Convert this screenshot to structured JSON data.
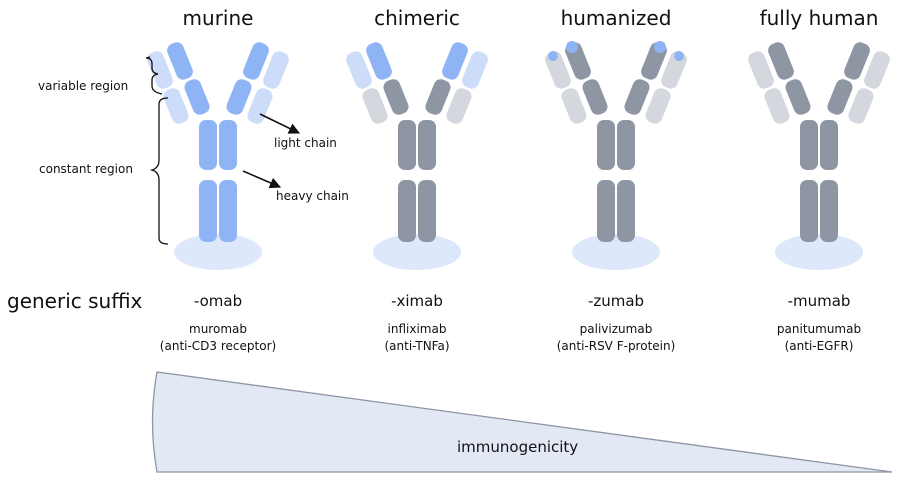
{
  "colors": {
    "mouse_dark": "#8fb4f5",
    "mouse_light": "#cddcf8",
    "human_dark": "#8e96a4",
    "human_light": "#d4d7dd",
    "shadow": "#dde8fb",
    "wedge_fill": "#e3e8f5",
    "wedge_stroke": "#8f95a5"
  },
  "annotations": {
    "variable_region": "variable region",
    "constant_region": "constant region",
    "light_chain": "light chain",
    "heavy_chain": "heavy chain"
  },
  "row_label": "generic suffix",
  "antibodies": [
    {
      "title": "murine",
      "suffix": "-omab",
      "example": "muromab",
      "target": "(anti-CD3 receptor)",
      "icon": "murine-antibody-icon"
    },
    {
      "title": "chimeric",
      "suffix": "-ximab",
      "example": "infliximab",
      "target": "(anti-TNFa)",
      "icon": "chimeric-antibody-icon"
    },
    {
      "title": "humanized",
      "suffix": "-zumab",
      "example": "palivizumab",
      "target": "(anti-RSV F-protein)",
      "icon": "humanized-antibody-icon"
    },
    {
      "title": "fully human",
      "suffix": "-mumab",
      "example": "panitumumab",
      "target": "(anti-EGFR)",
      "icon": "human-antibody-icon"
    }
  ],
  "scale_label": "immunogenicity"
}
